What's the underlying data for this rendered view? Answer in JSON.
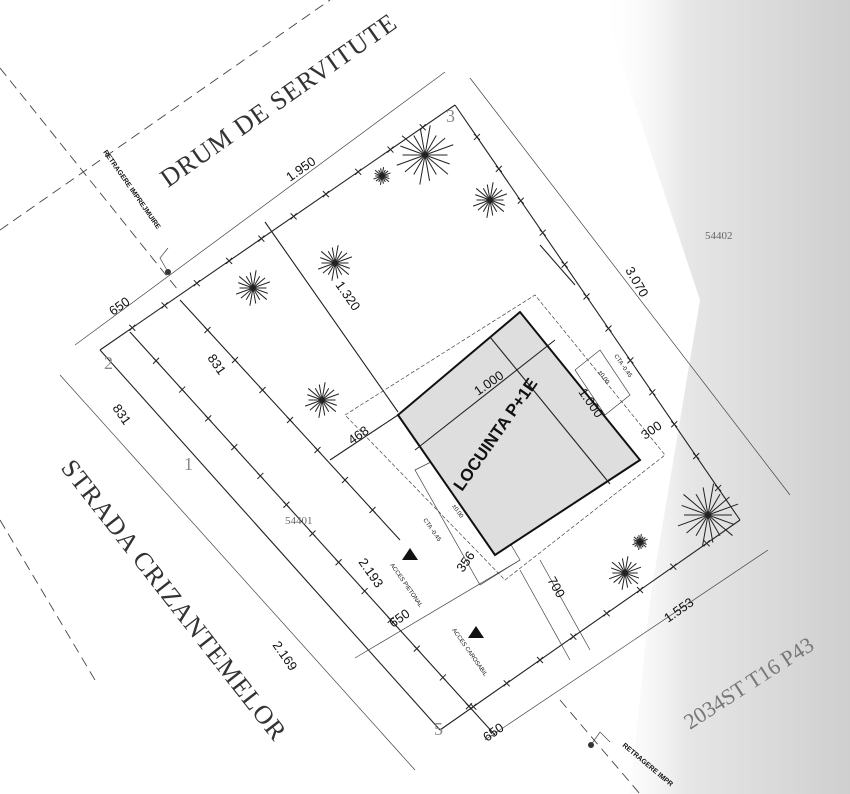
{
  "streets": {
    "top": "DRUM DE SERVITUTE",
    "left": "STRADA CRIZANTEMELOR"
  },
  "setback_labels": {
    "top": "RETRAGERE IMPREJMUIRE",
    "bottom": "RETRAGERE IMPR"
  },
  "building": {
    "label": "LOCUINTA P+1E",
    "dim_a": "1.000",
    "dim_b": "1.000",
    "level_top": "CTA -0.45",
    "level_top_zero": "±0.00",
    "level_bottom": "CTA -0.45",
    "level_bottom_zero": "±0.00"
  },
  "access": {
    "pedestrian": "ACCES PIETONAL",
    "vehicle": "ACCES CAROSABIL"
  },
  "dimensions": {
    "d650_top": "650",
    "d1950": "1.950",
    "d1320": "1.320",
    "d831_inner": "831",
    "d831_outer": "831",
    "d3070": "3.070",
    "d468": "468",
    "d300": "300",
    "d356": "356",
    "d700": "700",
    "d650_mid": "650",
    "d2193": "2.193",
    "d2169": "2.169",
    "d1553": "1.553",
    "d650_bottom": "650"
  },
  "lots": {
    "neighbor": "54402",
    "parcel": "54401",
    "cadastral": "2034ST  T16 P43"
  },
  "points": [
    "2",
    "3",
    "1",
    "5"
  ]
}
